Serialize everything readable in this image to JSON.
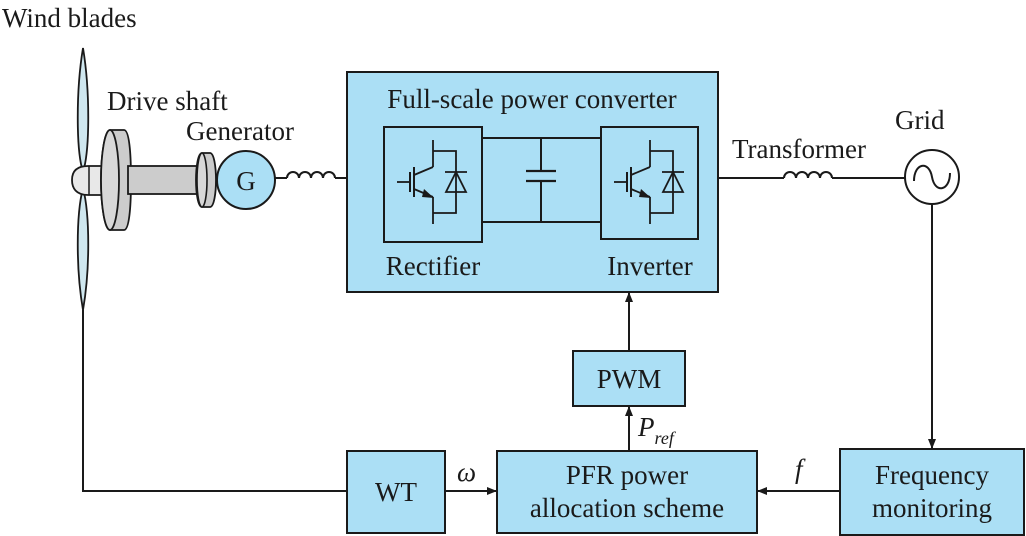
{
  "diagram": {
    "labels": {
      "wind_blades": "Wind blades",
      "drive_shaft": "Drive shaft",
      "generator": "Generator",
      "generator_symbol": "G",
      "converter_title": "Full-scale power converter",
      "rectifier": "Rectifier",
      "inverter": "Inverter",
      "transformer": "Transformer",
      "grid": "Grid",
      "pwm": "PWM",
      "pref_main": "P",
      "pref_sub": "ref",
      "wt": "WT",
      "omega": "ω",
      "pfr_line1": "PFR power",
      "pfr_line2": "allocation scheme",
      "f": "f",
      "freq_line1": "Frequency",
      "freq_line2": "monitoring"
    },
    "colors": {
      "block_fill": "#abdff5",
      "blade_fill": "#cfe7ef",
      "metal_fill": "#cccccc",
      "line": "#1a1a1a"
    }
  }
}
